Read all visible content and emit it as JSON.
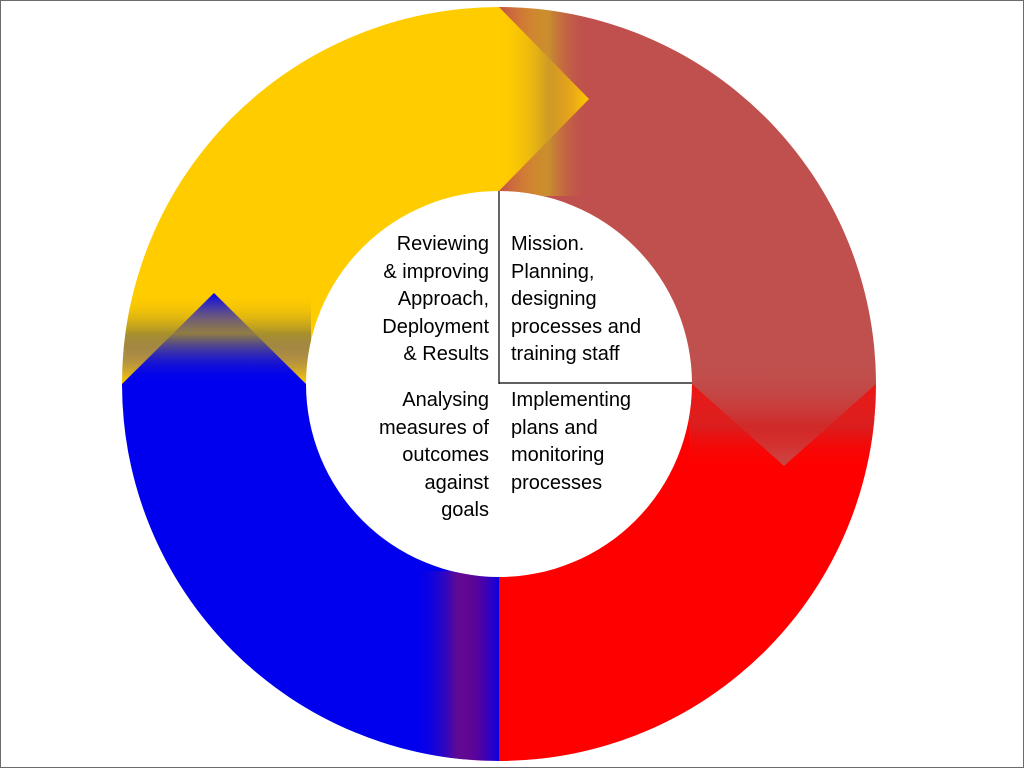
{
  "diagram": {
    "type": "cycle",
    "colors": {
      "top_left": "#FFCC00",
      "top_right": "#C0504D",
      "bottom_right": "#FF0000",
      "bottom_left": "#0000EE"
    },
    "quadrants": {
      "top_left": {
        "text": "Reviewing\n& improving\nApproach,\nDeployment\n& Results"
      },
      "top_right": {
        "text": "Mission.\nPlanning,\ndesigning\nprocesses and\ntraining staff"
      },
      "bottom_right": {
        "text": "Implementing\nplans and\nmonitoring\nprocesses"
      },
      "bottom_left": {
        "text": "Analysing\nmeasures of\noutcomes\nagainst\ngoals"
      }
    }
  }
}
